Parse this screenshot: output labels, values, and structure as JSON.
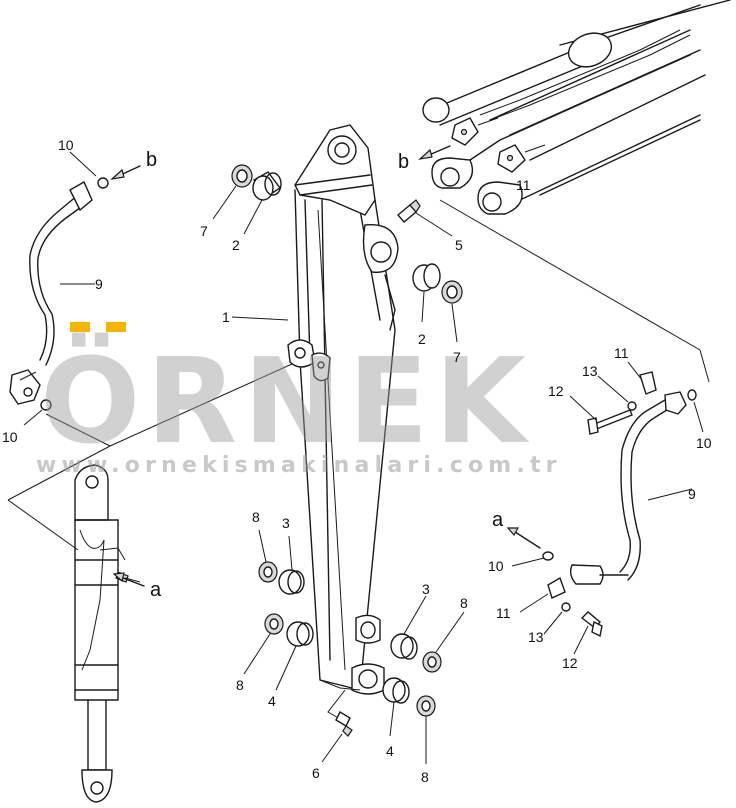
{
  "watermark": {
    "brand": "ÖRNEK",
    "url": "www.ornekismakinalari.com.tr",
    "accent_color": "#f5b400"
  },
  "callouts": {
    "c1": "1",
    "c2a": "2",
    "c2b": "2",
    "c3a": "3",
    "c3b": "3",
    "c4a": "4",
    "c4b": "4",
    "c5": "5",
    "c6": "6",
    "c7a": "7",
    "c7b": "7",
    "c8a": "8",
    "c8b": "8",
    "c8c": "8",
    "c8d": "8",
    "c9a": "9",
    "c9b": "9",
    "c10a": "10",
    "c10b": "10",
    "c10c": "10",
    "c10d": "10",
    "c11a": "11",
    "c11b": "11",
    "c12a": "12",
    "c12b": "12",
    "c13a": "13",
    "c13b": "13"
  },
  "view_refs": {
    "a1": "a",
    "a2": "a",
    "b1": "b",
    "b2": "b"
  }
}
